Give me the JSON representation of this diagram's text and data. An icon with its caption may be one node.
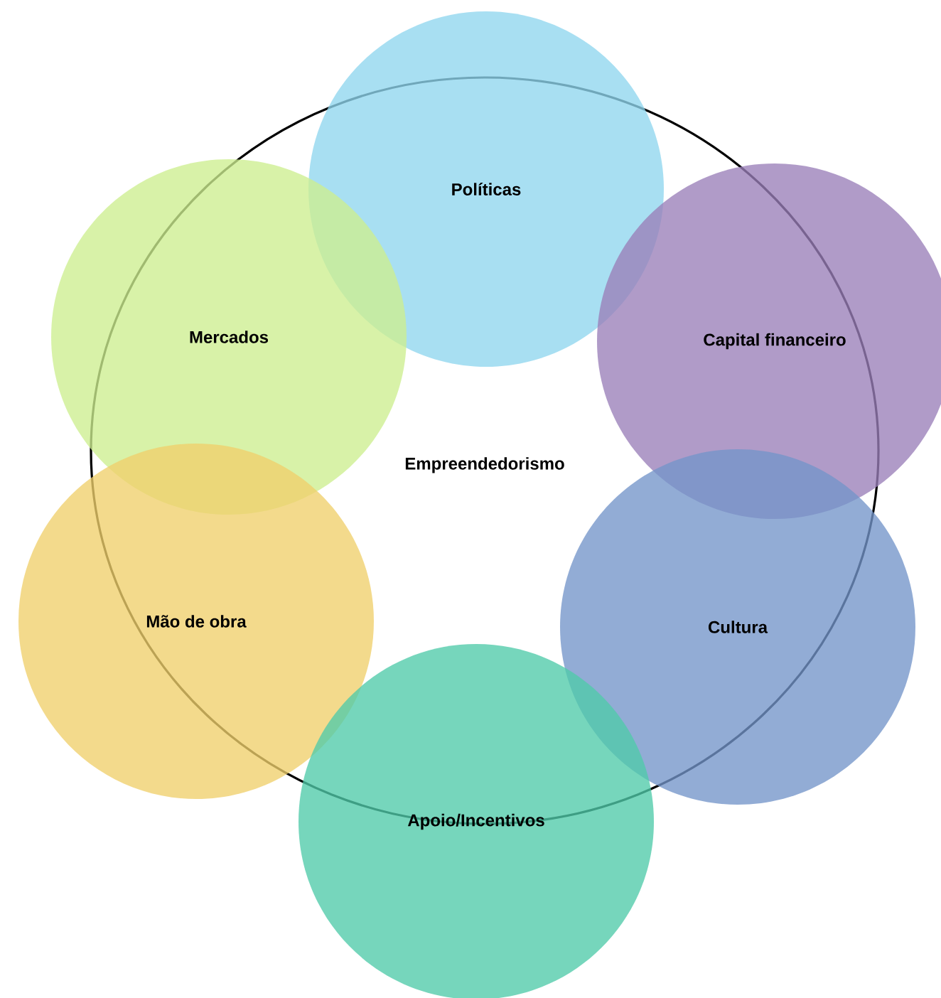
{
  "diagram": {
    "nodes": [
      {
        "text": [
          "Políticas"
        ]
      },
      {
        "text": [
          "Mercados"
        ]
      },
      {
        "text": [
          "Capital financeiro"
        ]
      },
      {
        "text": [
          "Empreendedorismo"
        ]
      },
      {
        "text": [
          "Mão de obra"
        ]
      },
      {
        "text": [
          "Cultura"
        ]
      },
      {
        "text": [
          "Apoio/Incentivos"
        ]
      }
    ]
  }
}
